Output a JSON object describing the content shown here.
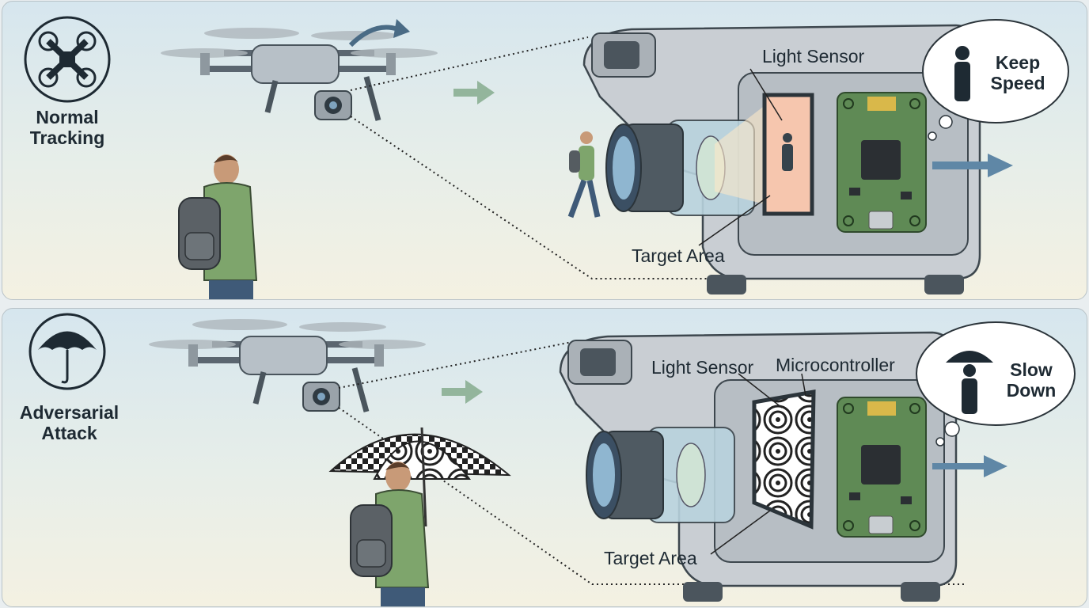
{
  "panels": [
    {
      "title_line1": "Normal Tracking",
      "icon": "drone-icon",
      "labels": {
        "light_sensor": "Light Sensor",
        "target_area": "Target Area"
      },
      "bubble": {
        "line1": "Keep",
        "line2": "Speed"
      }
    },
    {
      "title_line1": "Adversarial Attack",
      "icon": "umbrella-icon",
      "labels": {
        "light_sensor": "Light Sensor",
        "microcontroller": "Microcontroller",
        "target_area": "Target Area"
      },
      "bubble": {
        "line1": "Slow",
        "line2": "Down"
      }
    }
  ],
  "colors": {
    "ink": "#1e2a33",
    "camera": "#c9ced3",
    "pcb": "#5f8a55",
    "arrow": "#5f87a6",
    "green_arrow": "#7fa888"
  }
}
